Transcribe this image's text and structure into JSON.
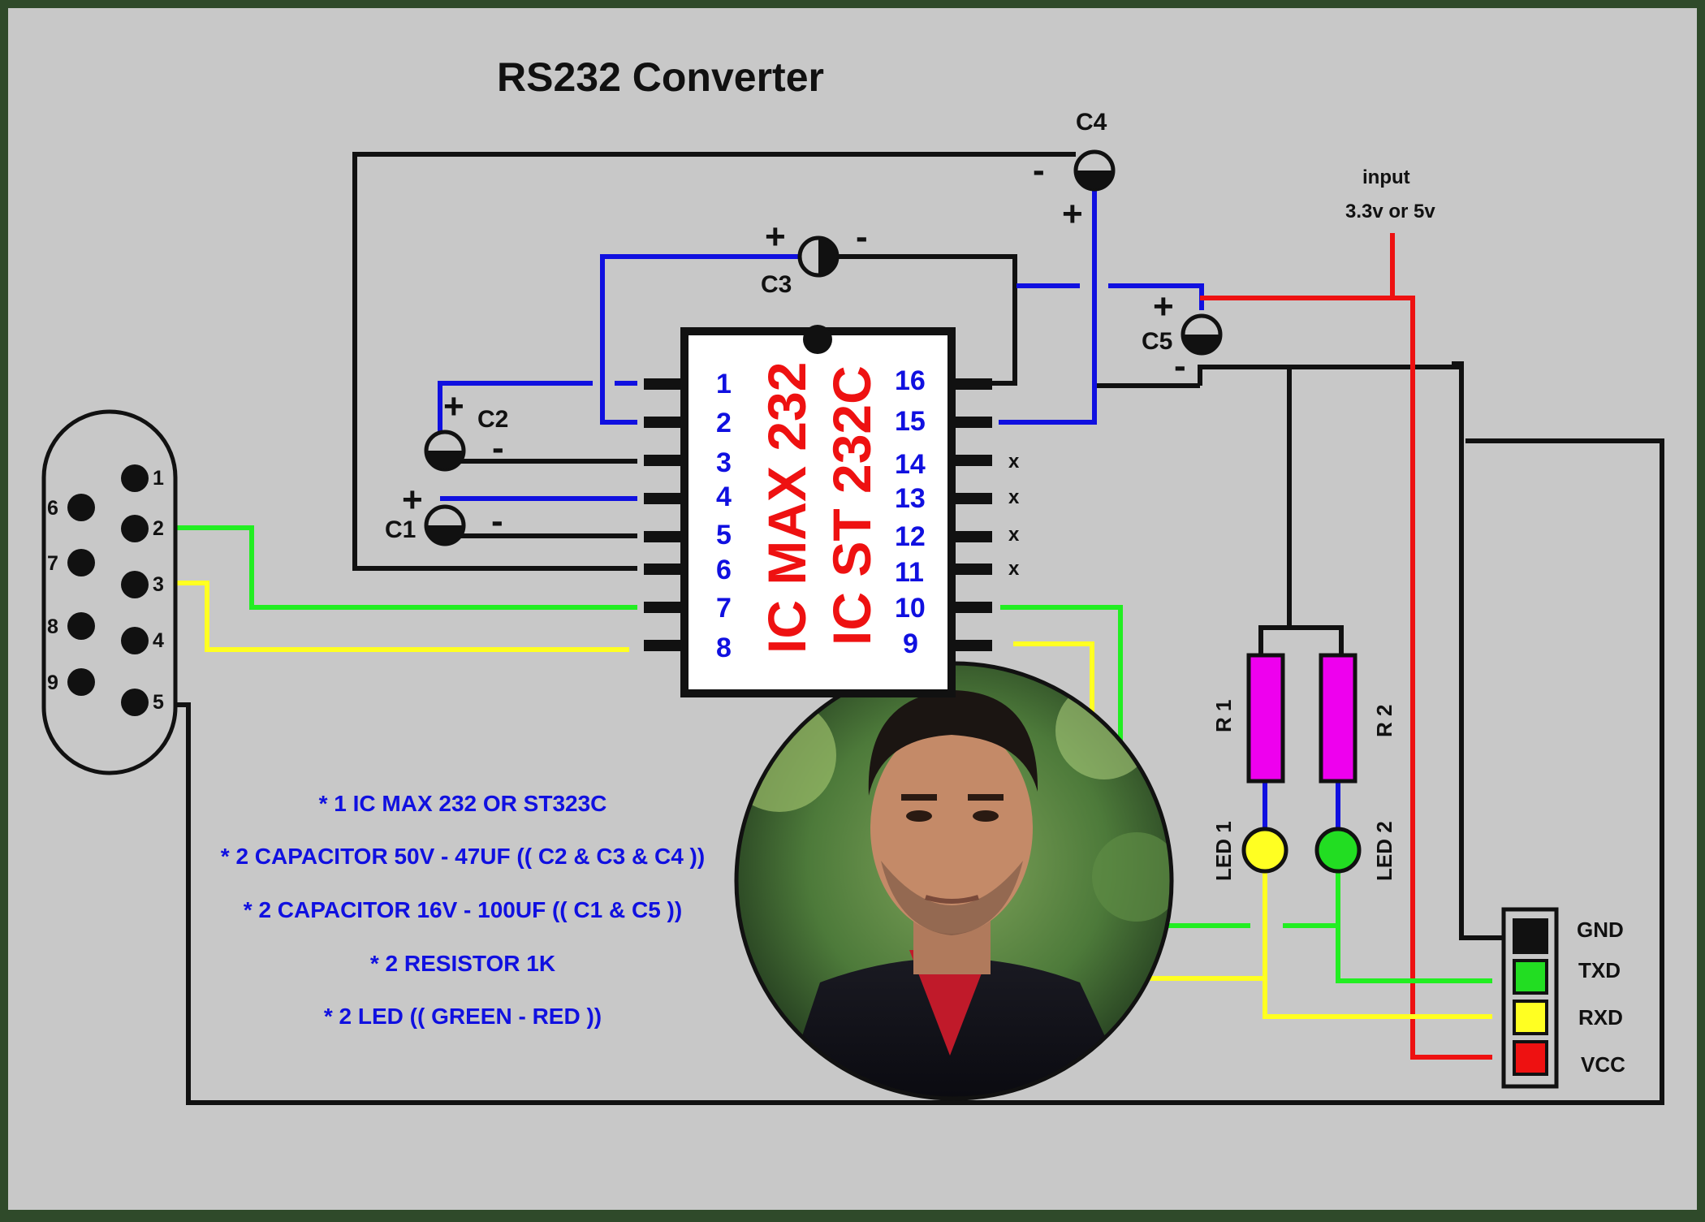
{
  "title": "RS232  Converter",
  "input": {
    "line1": "input",
    "line2": "3.3v or 5v"
  },
  "ic": {
    "label1": "IC MAX 232",
    "label2": "IC ST 232C",
    "left_pins": [
      "1",
      "2",
      "3",
      "4",
      "5",
      "6",
      "7",
      "8"
    ],
    "right_pins": [
      "16",
      "15",
      "14",
      "13",
      "12",
      "11",
      "10",
      "9"
    ],
    "nc_mark": "x"
  },
  "capacitors": {
    "c1": "C1",
    "c2": "C2",
    "c3": "C3",
    "c4": "C4",
    "c5": "C5",
    "plus": "+",
    "minus": "-"
  },
  "connector_pins": [
    "1",
    "2",
    "3",
    "4",
    "5",
    "6",
    "7",
    "8",
    "9"
  ],
  "resistors": {
    "r1": "R 1",
    "r2": "R 2"
  },
  "leds": {
    "led1": "LED 1",
    "led2": "LED 2"
  },
  "header": [
    "GND",
    "TXD",
    "RXD",
    "VCC"
  ],
  "parts_list": [
    "* 1 IC MAX 232 OR ST323C",
    "* 2 CAPACITOR 50V - 47UF  (( C2 & C3 & C4 ))",
    "* 2 CAPACITOR 16V - 100UF  (( C1 & C5 ))",
    "* 2 RESISTOR 1K",
    "* 2 LED (( GREEN - RED ))"
  ],
  "colors": {
    "background": "#c8c8c8",
    "border": "#2f4a2a",
    "wire_black": "#111111",
    "wire_blue": "#1010e0",
    "wire_red": "#ee1111",
    "wire_green": "#22ee22",
    "wire_yellow": "#ffff22",
    "resistor": "#ee00ee",
    "led1": "#ffff22",
    "led2": "#22dd22"
  }
}
